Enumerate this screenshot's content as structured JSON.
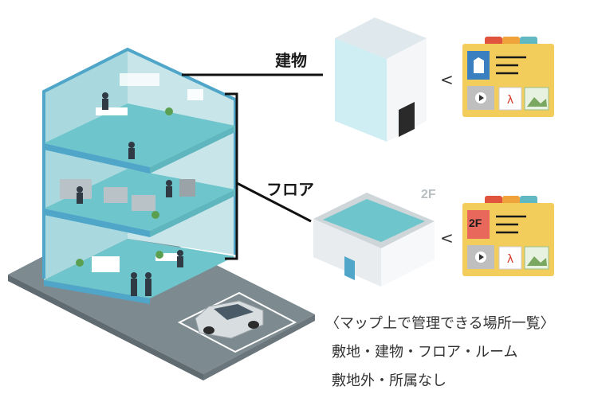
{
  "labels": {
    "building": "建物",
    "floor": "フロア",
    "floor_tag": "2F",
    "folder_floor_badge": "2F",
    "chevron": "<"
  },
  "captions": [
    "〈マップ上で管理できる場所一覧〉",
    "敷地・建物・フロア・ルーム",
    "敷地外・所属なし"
  ],
  "icons": [
    "building-icon",
    "pdf-icon",
    "image-icon",
    "play-icon"
  ],
  "colors": {
    "folder": "#f2cd5c",
    "tab_red": "#e0533c",
    "tab_orange": "#f0a23b",
    "tab_teal": "#5fb8c2",
    "floor_teal": "#6fc5cc",
    "building_blue": "#4fa6c9",
    "ground": "#7d8a90"
  }
}
